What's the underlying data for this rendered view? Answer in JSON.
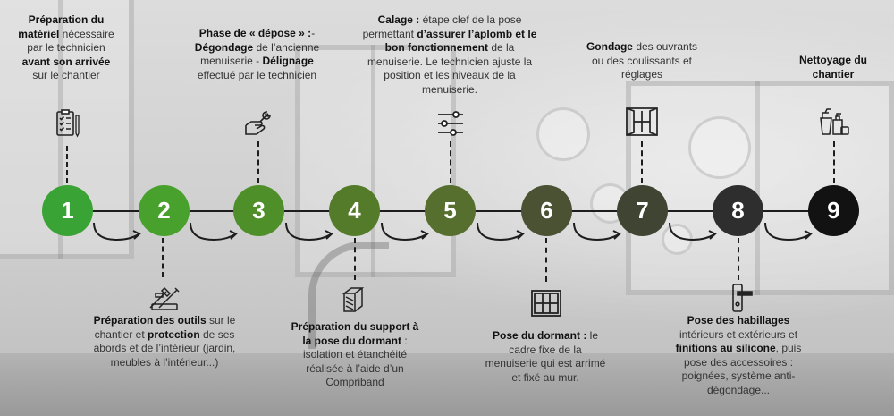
{
  "colors": {
    "step1": "#3aa335",
    "step2": "#48a02d",
    "step3": "#4f8f2a",
    "step4": "#537b2a",
    "step5": "#566f2e",
    "step6": "#4a5233",
    "step7": "#3f4532",
    "step8": "#2e2e2e",
    "step9": "#121212"
  },
  "steps": [
    {
      "number": "1",
      "icon": "checklist-icon",
      "text": [
        {
          "t": "Préparation du matériel",
          "b": true
        },
        {
          "t": " nécessaire par le technicien ",
          "b": false
        },
        {
          "t": "avant son arrivée",
          "b": true
        },
        {
          "t": " sur le chantier",
          "b": false
        }
      ]
    },
    {
      "number": "2",
      "icon": "tools-icon",
      "text": [
        {
          "t": "Préparation des outils",
          "b": true
        },
        {
          "t": " sur le chantier et ",
          "b": false
        },
        {
          "t": "protection",
          "b": true
        },
        {
          "t": " de ses abords et de l’intérieur (jardin, meubles à l’intérieur...)",
          "b": false
        }
      ]
    },
    {
      "number": "3",
      "icon": "wrench-hand-icon",
      "text": [
        {
          "t": "Phase de « dépose » :",
          "b": true
        },
        {
          "t": "-",
          "b": false
        },
        {
          "t": "Dégondage",
          "b": true
        },
        {
          "t": " de l’ancienne menuiserie - ",
          "b": false
        },
        {
          "t": "Délignage",
          "b": true
        },
        {
          "t": " effectué par le technicien",
          "b": false
        }
      ]
    },
    {
      "number": "4",
      "icon": "support-block-icon",
      "text": [
        {
          "t": "Préparation du support à la pose du dormant",
          "b": true
        },
        {
          "t": " : isolation et étanchéité réalisée à l’aide d’un Compriband",
          "b": false
        }
      ]
    },
    {
      "number": "5",
      "icon": "sliders-icon",
      "text": [
        {
          "t": "Calage :",
          "b": true
        },
        {
          "t": " étape clef de la pose permettant ",
          "b": false
        },
        {
          "t": "d’assurer l’aplomb et le bon fonctionnement",
          "b": true
        },
        {
          "t": " de la menuiserie. Le technicien ajuste la position et les niveaux de la menuiserie.",
          "b": false
        }
      ]
    },
    {
      "number": "6",
      "icon": "window-frame-icon",
      "text": [
        {
          "t": "Pose du dormant :",
          "b": true
        },
        {
          "t": " le cadre fixe de la menuiserie qui est arrimé et fixé au mur.",
          "b": false
        }
      ]
    },
    {
      "number": "7",
      "icon": "open-window-icon",
      "text": [
        {
          "t": "Gondage",
          "b": true
        },
        {
          "t": " des ouvrants ou des coulissants et réglages",
          "b": false
        }
      ]
    },
    {
      "number": "8",
      "icon": "door-handle-icon",
      "text": [
        {
          "t": "Pose des habillages",
          "b": true
        },
        {
          "t": " intérieurs et extérieurs et ",
          "b": false
        },
        {
          "t": "finitions au silicone",
          "b": true
        },
        {
          "t": ", puis pose des accessoires : poignées, système anti-dégondage...",
          "b": false
        }
      ]
    },
    {
      "number": "9",
      "icon": "cleaning-supplies-icon",
      "text": [
        {
          "t": "Nettoyage du chantier",
          "b": true
        }
      ]
    }
  ]
}
